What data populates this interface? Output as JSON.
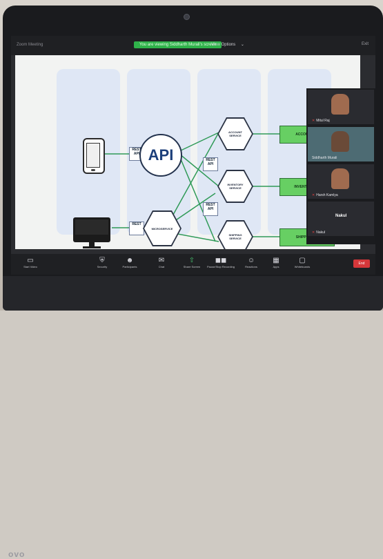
{
  "zoom": {
    "header": {
      "left_info": "Zoom Meeting",
      "viewing_banner": "You are viewing Siddharth Murali's screen",
      "view_options": "View Options",
      "right_label": "Exit"
    },
    "participants": [
      {
        "name": "Mitul Raj"
      },
      {
        "name": "Siddharth Murali"
      },
      {
        "name": "Harsh Kamlya"
      },
      {
        "name": "Nakul"
      }
    ],
    "toolbar": [
      {
        "label": "Start Video",
        "icon": "video-off-icon"
      },
      {
        "label": "Security",
        "icon": "shield-icon"
      },
      {
        "label": "Participants",
        "icon": "participants-icon"
      },
      {
        "label": "Chat",
        "icon": "chat-icon"
      },
      {
        "label": "Share Screen",
        "icon": "share-screen-icon"
      },
      {
        "label": "Pause/Stop Recording",
        "icon": "record-icon"
      },
      {
        "label": "Reactions",
        "icon": "reactions-icon"
      },
      {
        "label": "Apps",
        "icon": "apps-icon"
      },
      {
        "label": "Whiteboards",
        "icon": "whiteboard-icon"
      }
    ],
    "end_button": "End"
  },
  "diagram": {
    "api_label": "API",
    "rest_api_label": "REST\nAPI",
    "rest_label": "REST",
    "services": [
      {
        "label": "ACCOUNT\nSERVICE"
      },
      {
        "label": "INVENTORY\nSERVICE"
      },
      {
        "label": "SHIPPING\nSERVICE"
      }
    ],
    "microservice_label": "MICROSERVICE",
    "databases": [
      {
        "label": "ACCOUNT DB"
      },
      {
        "label": "INVENTORY DB"
      },
      {
        "label": "SHIPPING DB"
      }
    ]
  },
  "laptop": {
    "brand": "ovo"
  }
}
